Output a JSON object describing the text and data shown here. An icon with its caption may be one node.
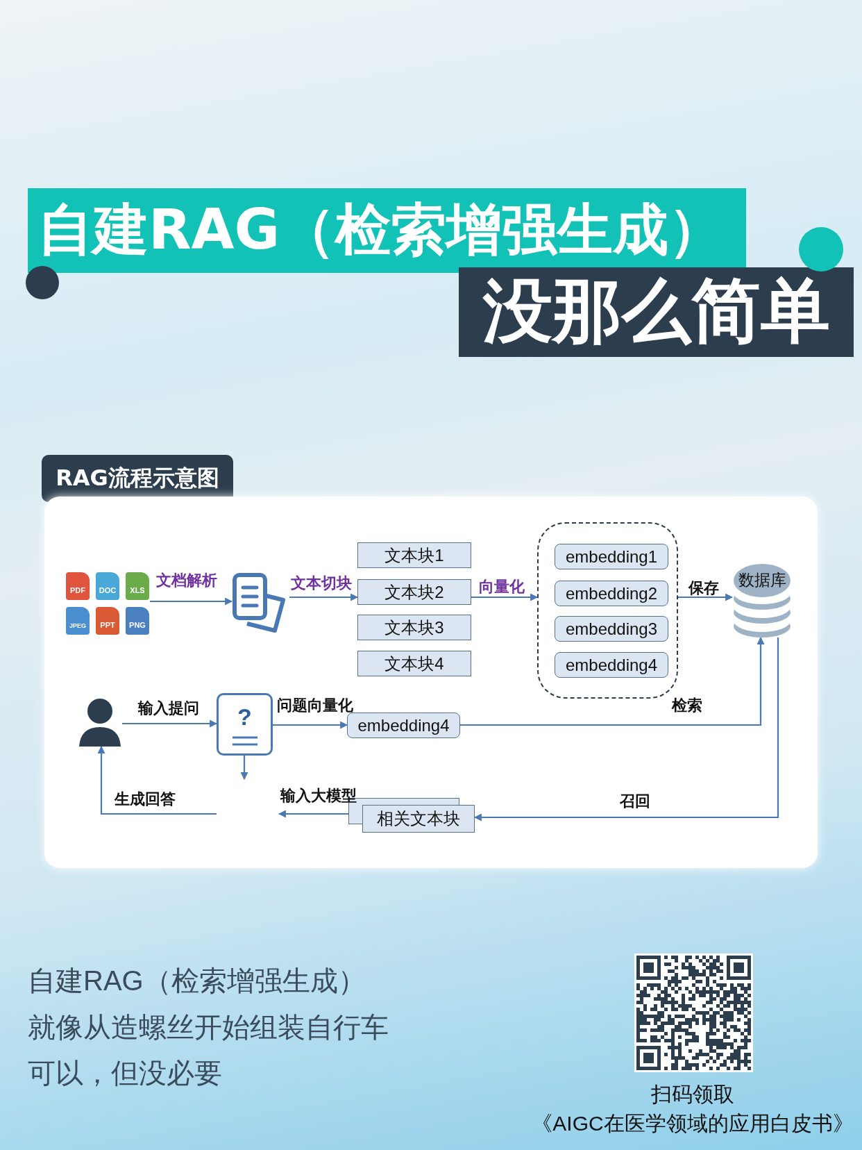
{
  "diagram": {
    "nodes": [
      {
        "text": [
          "PDF",
          "DOC",
          "XLS",
          "JPEG",
          "PPT",
          "PNG"
        ]
      },
      {
        "text": [],
        "shape": "picture"
      },
      {
        "text": [
          "文本块1"
        ]
      },
      {
        "text": [
          "文本块2"
        ]
      },
      {
        "text": [
          "文本块3"
        ]
      },
      {
        "text": [
          "文本块4"
        ]
      },
      {
        "text": [],
        "shape": "box"
      },
      {
        "text": [
          "embedding1"
        ],
        "in": 6
      },
      {
        "text": [
          "embedding2"
        ],
        "in": 6
      },
      {
        "text": [
          "embedding3"
        ],
        "in": 6
      },
      {
        "text": [
          "embedding4"
        ],
        "in": 6
      },
      {
        "text": [
          "数据库"
        ]
      },
      {
        "text": [],
        "shape": "person"
      },
      {
        "text": [
          "?"
        ]
      },
      {
        "text": [
          "embedding4"
        ]
      },
      {
        "text": [
          "相关文本块"
        ]
      }
    ],
    "edges": [
      {
        "from": 0,
        "to": 1,
        "arrow": "to",
        "label": "文档解析"
      },
      {
        "from": 1,
        "to": 3,
        "arrow": "to",
        "label": "文本切块"
      },
      {
        "from": 3,
        "to": 6,
        "arrow": "to",
        "label": "向量化"
      },
      {
        "from": 6,
        "to": 11,
        "arrow": "to",
        "label": "保存"
      },
      {
        "from": 12,
        "to": 13,
        "arrow": "to",
        "label": "输入提问"
      },
      {
        "from": 13,
        "to": 14,
        "arrow": "to",
        "label": "问题向量化"
      },
      {
        "from": 14,
        "to": 11,
        "arrow": "to",
        "label": "检索"
      },
      {
        "from": 11,
        "to": 15,
        "arrow": "to",
        "label": "召回"
      },
      {
        "from": 15,
        "to": null,
        "arrow": "to",
        "label": "输入大模型"
      },
      {
        "from": 13,
        "to": null,
        "arrow": "to"
      },
      {
        "from": null,
        "to": 12,
        "arrow": "to",
        "label": "生成回答"
      }
    ],
    "labels": [
      "自建RAG（检索增强生成）",
      "没那么简单",
      "RAG流程示意图",
      "自建RAG（检索增强生成）",
      "就像从造螺丝开始组装自行车",
      "可以，但没必要",
      "扫码领取",
      "《AIGC在医学领域的应用白皮书》"
    ]
  }
}
